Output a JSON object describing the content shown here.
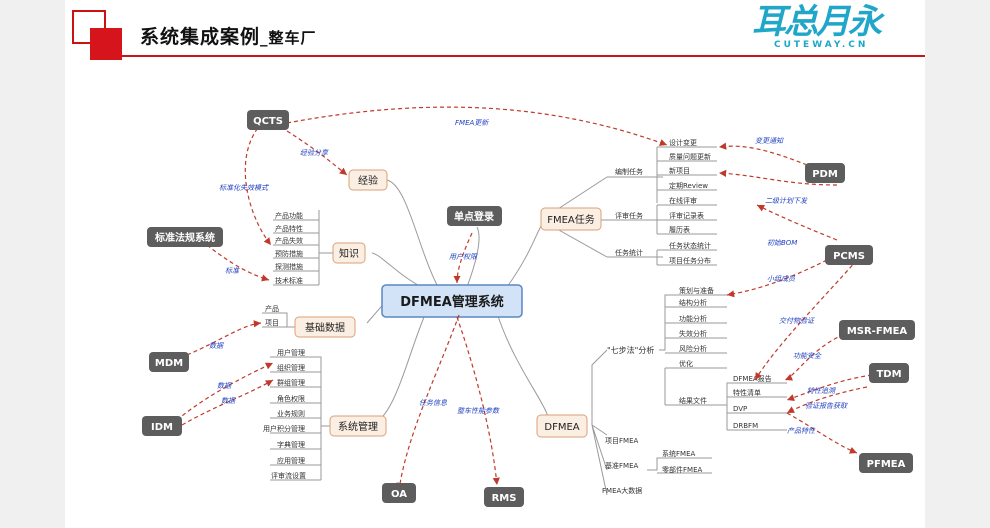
{
  "header": {
    "title_main": "系统集成案例",
    "title_sub": "_整车厂"
  },
  "logo": {
    "mark": "耳总月永",
    "text": "CUTEWAY.CN"
  },
  "center": "DFMEA管理系统",
  "external": {
    "qcts": "QCTS",
    "pdm": "PDM",
    "pcms": "PCMS",
    "msr": "MSR-FMEA",
    "tdm": "TDM",
    "pfmea": "PFMEA",
    "mdm": "MDM",
    "idm": "IDM",
    "oa": "OA",
    "rms": "RMS",
    "sso": "单点登录",
    "std": "标准法规系统"
  },
  "branches": {
    "experience": "经验",
    "knowledge": "知识",
    "basic": "基础数据",
    "sysmgmt": "系统管理",
    "fmeatask": "FMEA任务",
    "dfmea": "DFMEA"
  },
  "knowledge_items": [
    "产品功能",
    "产品特性",
    "产品失效",
    "预防措施",
    "探测措施",
    "技术标准"
  ],
  "basic_items": [
    "产品",
    "项目"
  ],
  "sys_items": [
    "用户管理",
    "组织管理",
    "群组管理",
    "角色权限",
    "业务规则",
    "用户积分管理",
    "字典管理",
    "应用管理",
    "评审流设置"
  ],
  "task_groups": {
    "edit": "编制任务",
    "review": "评审任务",
    "stats": "任务统计"
  },
  "task_items": {
    "edit": [
      "设计变更",
      "质量问题更新",
      "新项目",
      "定期Review"
    ],
    "review": [
      "在线评审",
      "评审记录表",
      "履历表"
    ],
    "stats": [
      "任务状态统计",
      "项目任务分布"
    ]
  },
  "seven_step": "\"七步法\"分析",
  "seven_items": [
    "策划与准备",
    "结构分析",
    "功能分析",
    "失效分析",
    "风险分析",
    "优化",
    "结果文件"
  ],
  "result_items": [
    "DFMEA报告",
    "特性清单",
    "DVP",
    "DRBFM"
  ],
  "dfmea_items": {
    "project": "项目FMEA",
    "baseline": "基准FMEA",
    "system": "系统FMEA",
    "parts": "零部件FMEA",
    "bigdata": "FMEA大数据"
  },
  "edge_labels": {
    "fmea_update": "FMEA更新",
    "exp_share": "经验分享",
    "std_fail": "标准化失效模式",
    "standard": "标准",
    "data1": "数据",
    "data2": "数据",
    "data3": "数据",
    "user_perm": "用户权限",
    "task_info": "任务信息",
    "perf_param": "整车性能参数",
    "change_notice": "变更通知",
    "level2_plan": "二级计划下发",
    "init_bom": "初始BOM",
    "team": "小组成员",
    "deliverable": "交付物验证",
    "func_safety": "功能安全",
    "feature_trace": "特性追溯",
    "verify_report": "验证报告获取",
    "product_feature": "产品特性"
  },
  "colors": {
    "accent_red": "#d6141b",
    "dashed": "#c0392b",
    "node_dark": "#5d5d5d",
    "center_fill": "#d3e3f7",
    "center_border": "#5b87c4",
    "branch_fill": "#fbeee2",
    "branch_border": "#d8a27a",
    "logo": "#20a6c9"
  }
}
